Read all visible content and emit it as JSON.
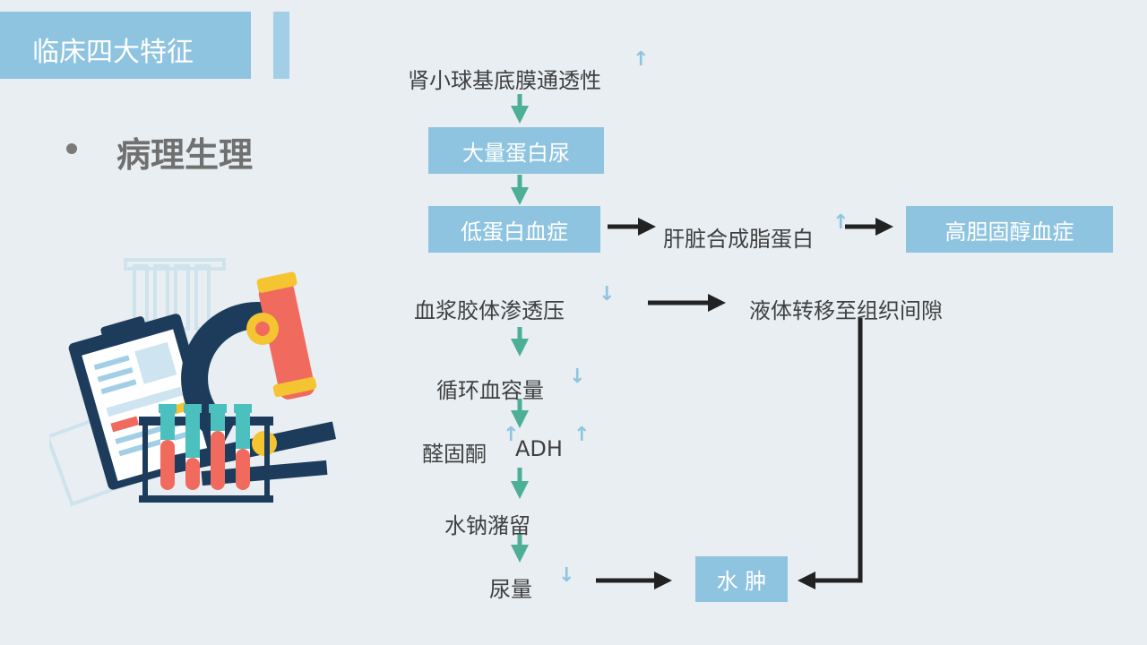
{
  "slide": {
    "title": "临床四大特征",
    "bullet": "病理生理"
  },
  "flow": {
    "gbm": "肾小球基底膜通透性",
    "proteinuria": "大量蛋白尿",
    "hypoalbuminemia": "低蛋白血症",
    "liver": "肝脏合成脂蛋白",
    "hypercholesterolemia": "高胆固醇血症",
    "oncotic": "血浆胶体渗透压",
    "fluid_shift": "液体转移至组织间隙",
    "blood_volume": "循环血容量",
    "aldosterone": "醛固酮",
    "adh": "ADH",
    "retention": "水钠潴留",
    "urine": "尿量",
    "edema": "水 肿"
  },
  "indicators": {
    "up": "↑",
    "down": "↓"
  },
  "colors": {
    "accent_blue": "#8fc4e0",
    "arrow_green": "#4caf96",
    "arrow_dark": "#222222",
    "background": "#e8eef2"
  },
  "icons": {
    "illustration": "lab-clipboard-microscope-test-tubes"
  }
}
